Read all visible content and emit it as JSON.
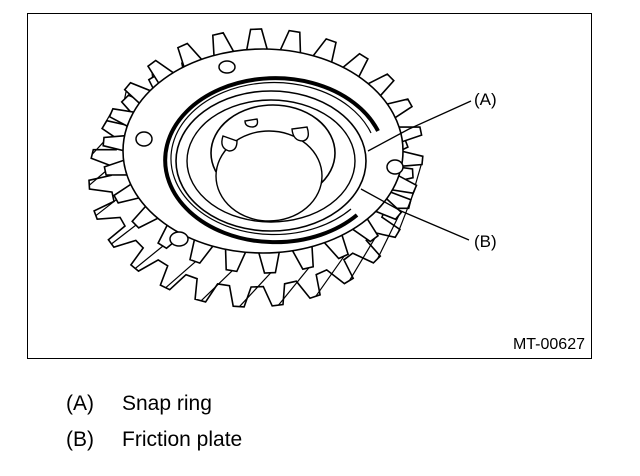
{
  "figure": {
    "code": "MT-00627",
    "callouts": [
      {
        "key": "(A)"
      },
      {
        "key": "(B)"
      }
    ]
  },
  "legend": [
    {
      "key": "(A)",
      "text": "Snap ring"
    },
    {
      "key": "(B)",
      "text": "Friction plate"
    }
  ]
}
